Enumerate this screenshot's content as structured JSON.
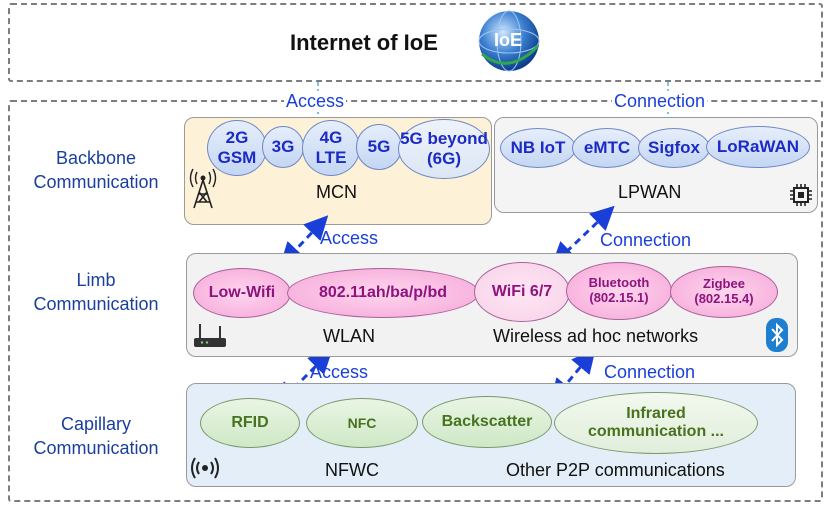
{
  "header": {
    "title": "Internet of IoE",
    "globe_text": "IoE"
  },
  "layers": {
    "backbone": "Backbone\nCommunication",
    "limb": "Limb\nCommunication",
    "capillary": "Capillary\nCommunication"
  },
  "top_links": {
    "left": "Access",
    "right": "Connection"
  },
  "mcn": {
    "caption": "MCN",
    "items": [
      "2G\nGSM",
      "3G",
      "4G\nLTE",
      "5G",
      "5G beyond\n(6G)"
    ]
  },
  "lpwan": {
    "caption": "LPWAN",
    "items": [
      "NB IoT",
      "eMTC",
      "Sigfox",
      "LoRaWAN"
    ]
  },
  "limb_arrows": {
    "left": "Access",
    "right": "Connection"
  },
  "wlan": {
    "caption": "WLAN",
    "items": [
      "Low-Wifi",
      "802.11ah/ba/p/bd",
      "WiFi 6/7"
    ]
  },
  "adhoc": {
    "caption": "Wireless ad hoc networks",
    "items": [
      "Bluetooth\n(802.15.1)",
      "Zigbee\n(802.15.4)"
    ]
  },
  "capillary_arrows": {
    "left": "Access",
    "right": "Connection"
  },
  "nfwc": {
    "caption": "NFWC",
    "items": [
      "RFID",
      "NFC",
      "Backscatter"
    ]
  },
  "p2p": {
    "caption": "Other P2P communications",
    "items": [
      "Infrared\ncommunication ..."
    ]
  },
  "icons": [
    "cell-tower-icon",
    "chip-icon",
    "router-icon",
    "bluetooth-icon",
    "wireless-signal-icon",
    "globe-icon"
  ],
  "colors": {
    "label_blue": "#1a3f9c",
    "arrow_blue": "#1a3fd9",
    "backbone_fill": "#fdf1d8",
    "limb_fill": "#f2f2f2",
    "capillary_fill": "#e3eef8"
  }
}
